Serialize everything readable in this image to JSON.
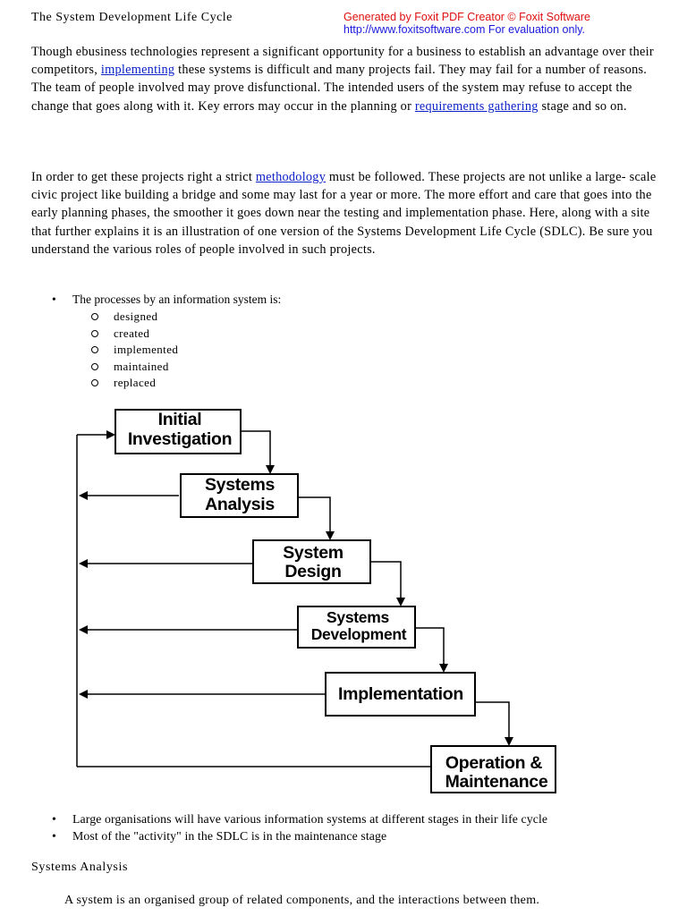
{
  "header": {
    "title": "The System Development Life Cycle",
    "watermark_line1": "Generated by Foxit PDF Creator © Foxit Software",
    "watermark_line2": "http://www.foxitsoftware.com   For evaluation only."
  },
  "intro": {
    "p1_a": "Though ebusiness technologies represent a significant opportunity for a business to establish an advantage over their competitors, ",
    "p1_link1": "implementing",
    "p1_b": " these systems is difficult and many projects fail.  They may fail for a number of reasons.  The team of people involved may prove disfunctional.  The intended users of the system may refuse to accept the change that goes along with it.  Key errors may occur in the planning or ",
    "p1_link2": "requirements gathering",
    "p1_c": " stage and so on.",
    "p2_a": "In order to get these projects right a strict ",
    "p2_link": "methodology",
    "p2_b": " must be followed.  These projects are not unlike a large- scale civic project like building a bridge and some may last for a year or more.  The more effort and care that goes into the early planning phases, the smoother it goes down near the testing and implementation phase.  Here, along with a site that further explains it is an illustration of one version of the Systems Development Life Cycle (SDLC).  Be sure you understand the various roles of people involved in such projects."
  },
  "process_list": {
    "heading": "The processes by an information system is:",
    "items": [
      "designed",
      "created",
      "implemented",
      "maintained",
      "replaced"
    ]
  },
  "diagram": {
    "stages": [
      {
        "line1": "Initial",
        "line2": "Investigation"
      },
      {
        "line1": "Systems",
        "line2": "Analysis"
      },
      {
        "line1": "System",
        "line2": "Design"
      },
      {
        "line1": "Systems",
        "line2": "Development"
      },
      {
        "line1": "Implementation"
      },
      {
        "line1": "Operation &",
        "line2": "Maintenance"
      }
    ]
  },
  "notes": [
    "Large organisations will have various information systems at different stages in their life cycle",
    "Most of the \"activity\" in the SDLC is in the maintenance stage"
  ],
  "section": {
    "heading": "Systems Analysis",
    "first_line": "A system is an organised group of related components, and the interactions between them."
  }
}
